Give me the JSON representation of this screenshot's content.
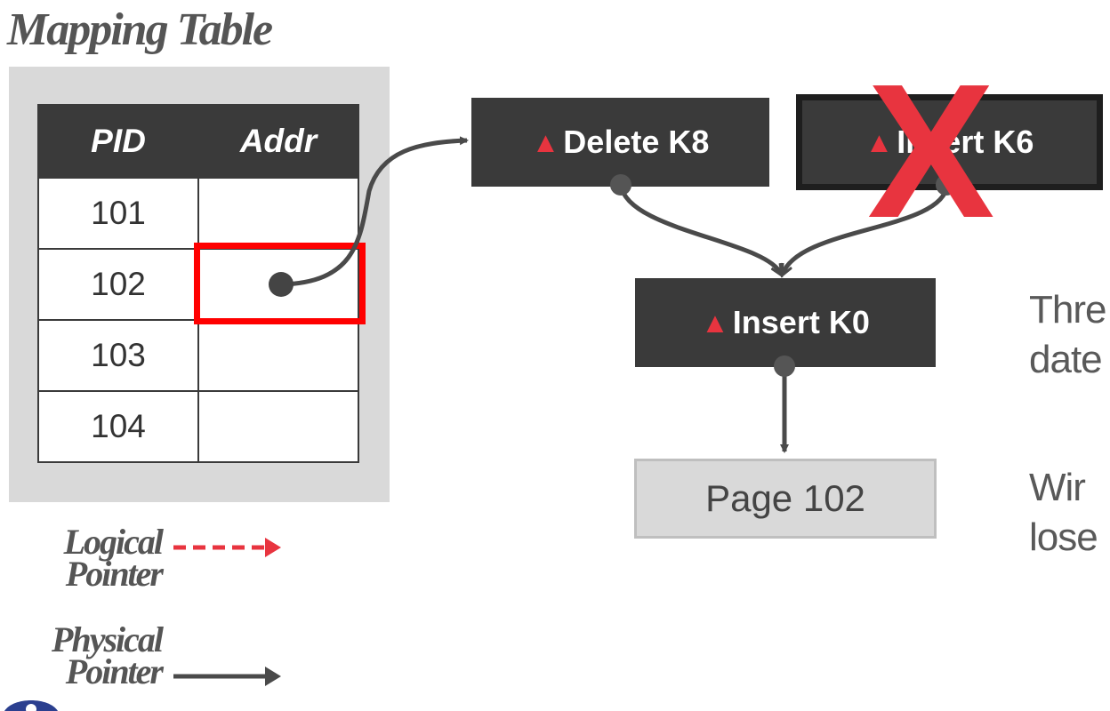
{
  "title": "Mapping Table",
  "table": {
    "headers": [
      "PID",
      "Addr"
    ],
    "rows": [
      {
        "pid": "101",
        "addr": ""
      },
      {
        "pid": "102",
        "addr": ""
      },
      {
        "pid": "103",
        "addr": ""
      },
      {
        "pid": "104",
        "addr": ""
      }
    ]
  },
  "nodes": {
    "delete_k8": "Delete K8",
    "insert_k6": "Insert K6",
    "insert_k0": "Insert K0",
    "page": "Page 102"
  },
  "delta_symbol": "▲",
  "x_mark": "X",
  "side_text": [
    "Thre",
    "date",
    "Wir",
    "lose"
  ],
  "legend": {
    "logical": [
      "Logical",
      "Pointer"
    ],
    "physical": [
      "Physical",
      "Pointer"
    ]
  },
  "colors": {
    "delta_red": "#e8343f",
    "node_dark": "#3a3a3a",
    "highlight": "#ff0000"
  }
}
